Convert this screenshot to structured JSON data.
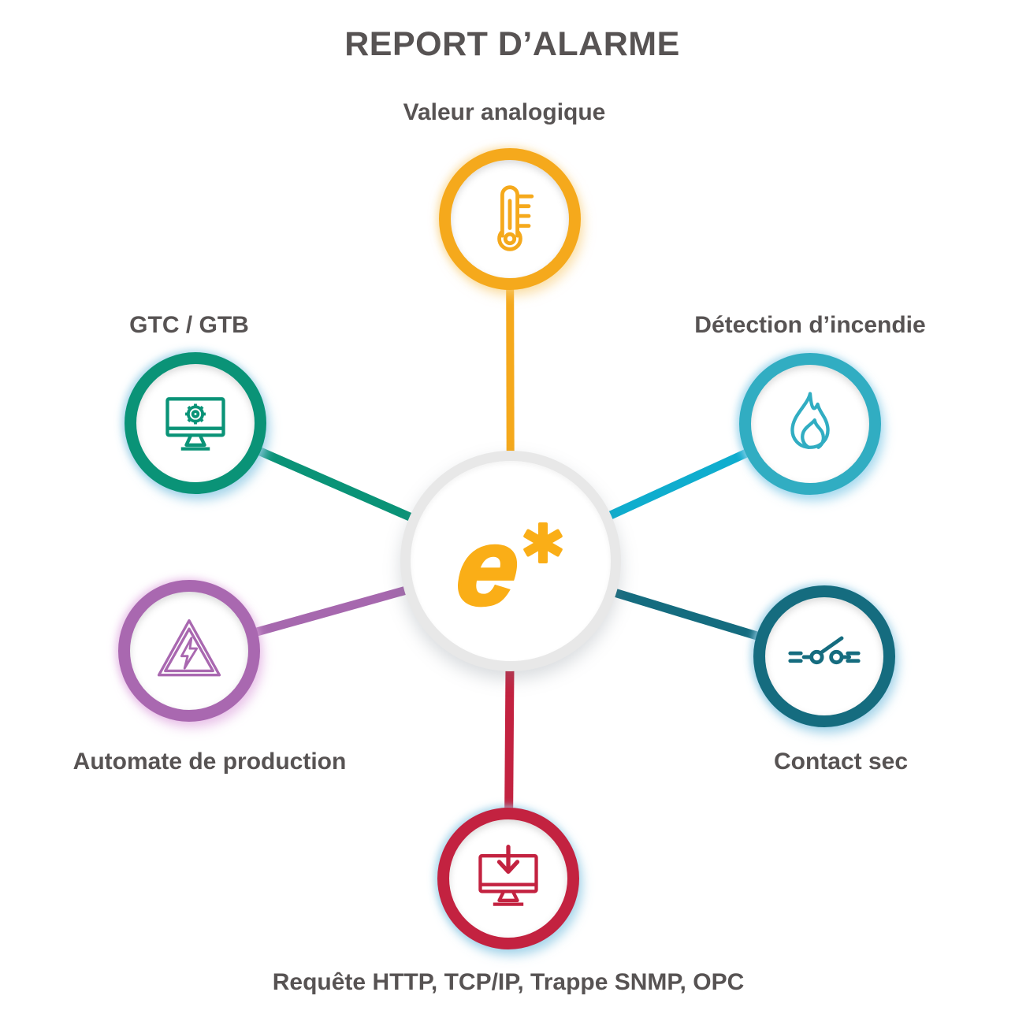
{
  "title": "REPORT D’ALARME",
  "hub": {
    "logo_text": "e",
    "logo_mark": "asterisk-star-icon",
    "logo_color": "#FAAE17",
    "ring_color": "#E8E8E8"
  },
  "nodes": [
    {
      "id": "valeur-analogique",
      "label": "Valeur analogique",
      "icon": "thermometer-icon",
      "ring_color": "#F5A91C",
      "line_color": "#F5A91C"
    },
    {
      "id": "gtc-gtb",
      "label": "GTC / GTB",
      "icon": "monitor-gear-icon",
      "ring_color": "#0A9377",
      "line_color": "#0A9377"
    },
    {
      "id": "detection-incendie",
      "label": "Détection d’incendie",
      "icon": "flame-icon",
      "ring_color": "#31ADC2",
      "line_color": "#0FADCE"
    },
    {
      "id": "automate-production",
      "label": "Automate de production",
      "icon": "warning-triangle-icon",
      "ring_color": "#A968B0",
      "line_color": "#A668AE"
    },
    {
      "id": "contact-sec",
      "label": "Contact sec",
      "icon": "switch-contact-icon",
      "ring_color": "#156C7F",
      "line_color": "#156C7F"
    },
    {
      "id": "requete",
      "label": "Requête HTTP, TCP/IP, Trappe SNMP, OPC",
      "icon": "monitor-download-icon",
      "ring_color": "#C32240",
      "line_color": "#C32240"
    }
  ],
  "text_color": "#575353"
}
